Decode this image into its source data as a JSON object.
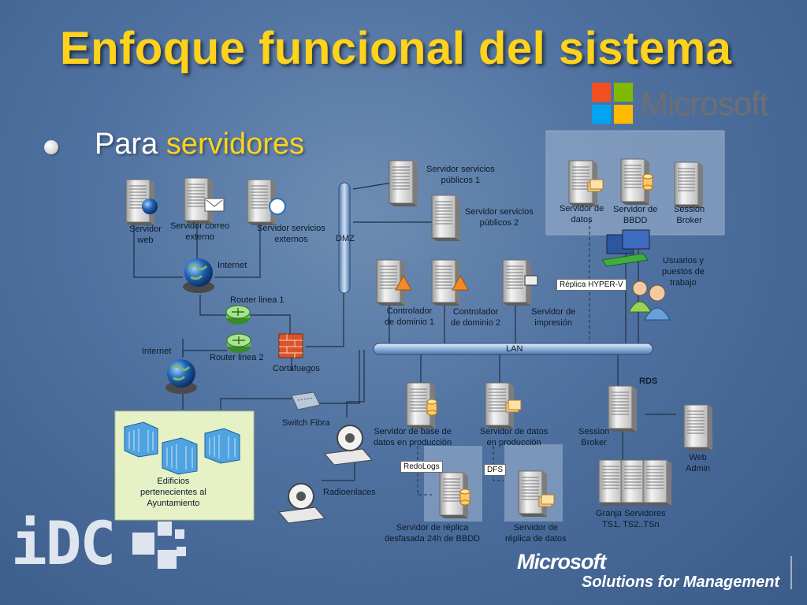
{
  "title": "Enfoque funcional del sistema",
  "bullet": {
    "prefix": "Para ",
    "highlight": "servidores"
  },
  "brand": {
    "microsoft": "Microsoft",
    "idc": "iDC",
    "ms_mgmt": "Microsoft",
    "ms_mgmt_tag": "Solutions for Management"
  },
  "labels": {
    "web": "Servidor\nweb",
    "mail": "Servidor correo\nexterno",
    "ext": "Servidor servicios\nexternos",
    "dmz": "DMZ",
    "pub1": "Servidor servicios\npúblicos 1",
    "pub2": "Servidor servicios\npúblicos 2",
    "datos": "Servidor de\ndatos",
    "bbdd": "Servidor de\nBBDD",
    "session_top": "Session\nBroker",
    "users": "Usuarios y\npuestos de\ntrabajo",
    "internet1": "Internet",
    "router1": "Router linea 1",
    "router2": "Router linea 2",
    "internet2": "Internet",
    "firewall": "Cortafuegos",
    "dc1": "Controlador\nde dominio 1",
    "dc2": "Controlador\nde dominio 2",
    "print": "Servidor de\nimpresión",
    "hyperv": "Réplica HYPER-V",
    "lan": "LAN",
    "rds": "RDS",
    "switch": "Switch Fibra",
    "bd_prod": "Servidor de base de\ndatos en producción",
    "datos_prod": "Servidor de datos\nen producción",
    "session_bot": "Session\nBroker",
    "web_admin": "Web\nAdmin",
    "redologs": "RedoLogs",
    "dfs": "DFS",
    "buildings": "Edificios\npertenecientes al\nAyuntamiento",
    "radio": "Radioenlaces",
    "replica_bbdd": "Servidor de réplica\ndesfasada 24h de BBDD",
    "replica_datos": "Servidor de\nréplica de datos",
    "granja": "Granja Servidores\nTS1, TS2..TSn"
  },
  "colors": {
    "title": "#ffd21c",
    "ms_red": "#f25022",
    "ms_green": "#7fba00",
    "ms_blue": "#00a4ef",
    "ms_yellow": "#ffb900"
  },
  "icons": [
    "server-icon",
    "globe-icon",
    "router-icon",
    "firewall-icon",
    "switch-icon",
    "radio-antenna-icon",
    "users-icon",
    "monitors-icon",
    "buildings-icon"
  ]
}
